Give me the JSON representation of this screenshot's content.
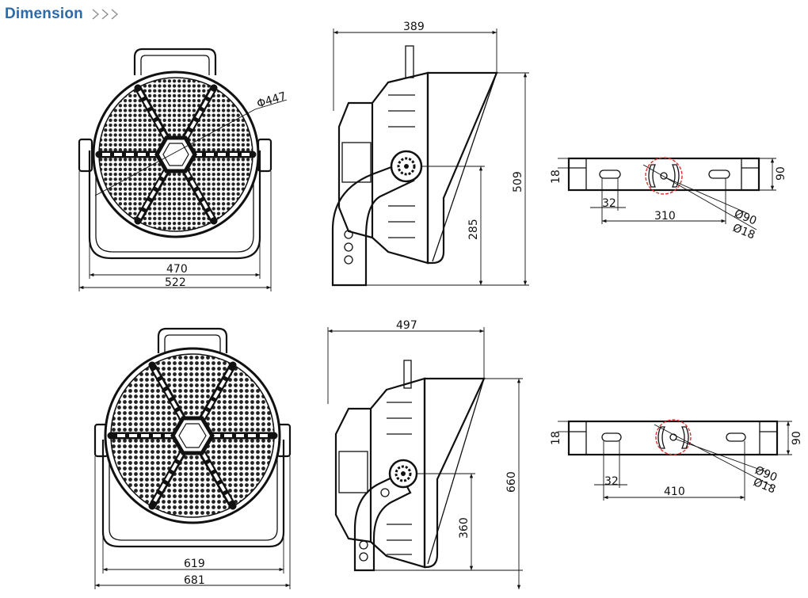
{
  "header": {
    "title": "Dimension",
    "chevron_icon": "triple-chevron-right-icon",
    "accent_color": "#2c6aa8"
  },
  "row1": {
    "front": {
      "diameter_label": "Φ447",
      "inner_width": "470",
      "outer_width": "522"
    },
    "side": {
      "depth": "389",
      "height": "509",
      "pivot_height": "285"
    },
    "bracket": {
      "height": "90",
      "edge": "18",
      "slot": "32",
      "span": "310",
      "hole_large": "Ø90",
      "hole_small": "Ø18"
    }
  },
  "row2": {
    "front": {
      "inner_width": "619",
      "outer_width": "681"
    },
    "side": {
      "depth": "497",
      "height": "660",
      "pivot_height": "360"
    },
    "bracket": {
      "height": "90",
      "edge": "18",
      "slot": "32",
      "span": "410",
      "hole_large": "Ø90",
      "hole_small": "Ø18"
    }
  },
  "colors": {
    "line": "#111111",
    "highlight": "#e03030",
    "header": "#2c6aa8"
  }
}
